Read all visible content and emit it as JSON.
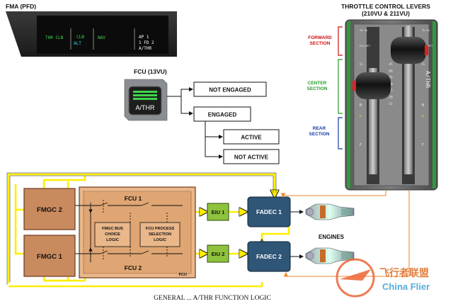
{
  "fma": {
    "title": "FMA (PFD)",
    "col1": "THR CLB",
    "col2_top": "CLB",
    "col2_bottom": "ALT",
    "col3": "NAV",
    "col4_line1": "AP 1",
    "col4_line2": "1 FD 2",
    "col4_line3": "A/THR"
  },
  "fcu_panel": {
    "title": "FCU (13VU)",
    "button_label": "A/THR"
  },
  "logic_tree": {
    "not_engaged": "NOT ENGAGED",
    "engaged": "ENGAGED",
    "active": "ACTIVE",
    "not_active": "NOT ACTIVE"
  },
  "levers": {
    "title_line1": "THROTTLE CONTROL LEVERS",
    "title_line2": "(210VU & 211VU)",
    "forward_line1": "FORWARD",
    "forward_line2": "SECTION",
    "center_line1": "CENTER",
    "center_line2": "SECTION",
    "rear_line1": "REAR",
    "rear_line2": "SECTION",
    "detent_toga": "TO GA",
    "detent_flx": "FLX MCT",
    "detent_cl": "CL",
    "detent_zero": "0",
    "detent_r": "R",
    "detent_f": "F",
    "athr_vertical": "A/THR",
    "scale_ticks": [
      "45",
      "40",
      "35",
      "30",
      "25",
      "20",
      "15"
    ]
  },
  "block_diagram": {
    "fmgc2": "FMGC 2",
    "fmgc1": "FMGC 1",
    "fcu1": "FCU 1",
    "fcu2": "FCU 2",
    "fcu_corner": "FCU",
    "bus_line1": "FMGC BUS",
    "bus_line2": "CHOICE",
    "bus_line3": "LOGIC",
    "proc_line1": "FCU PROCESS",
    "proc_line2": "SELECTION",
    "proc_line3": "LOGIC",
    "eiu1": "EIU 1",
    "eiu2": "EIU 2",
    "fadec1": "FADEC 1",
    "fadec2": "FADEC 2",
    "engines": "ENGINES"
  },
  "caption": "GENERAL ... A/THR FUNCTION LOGIC",
  "watermark_cn": "飞行者联盟",
  "watermark_en": "China Flier",
  "colors": {
    "yellow_bus": "#ffee00",
    "fmgc_fill": "#c98a5e",
    "fcu_fill": "#e9b78a",
    "eiu_fill": "#8fc23d",
    "fadec_fill": "#2f5577",
    "fma_green": "#3dd64a",
    "fma_cyan": "#35d4e8",
    "forward_red": "#cc1111",
    "center_green": "#2a9a2a",
    "rear_blue": "#1a3aa8",
    "orange_signal": "#f08a30"
  }
}
